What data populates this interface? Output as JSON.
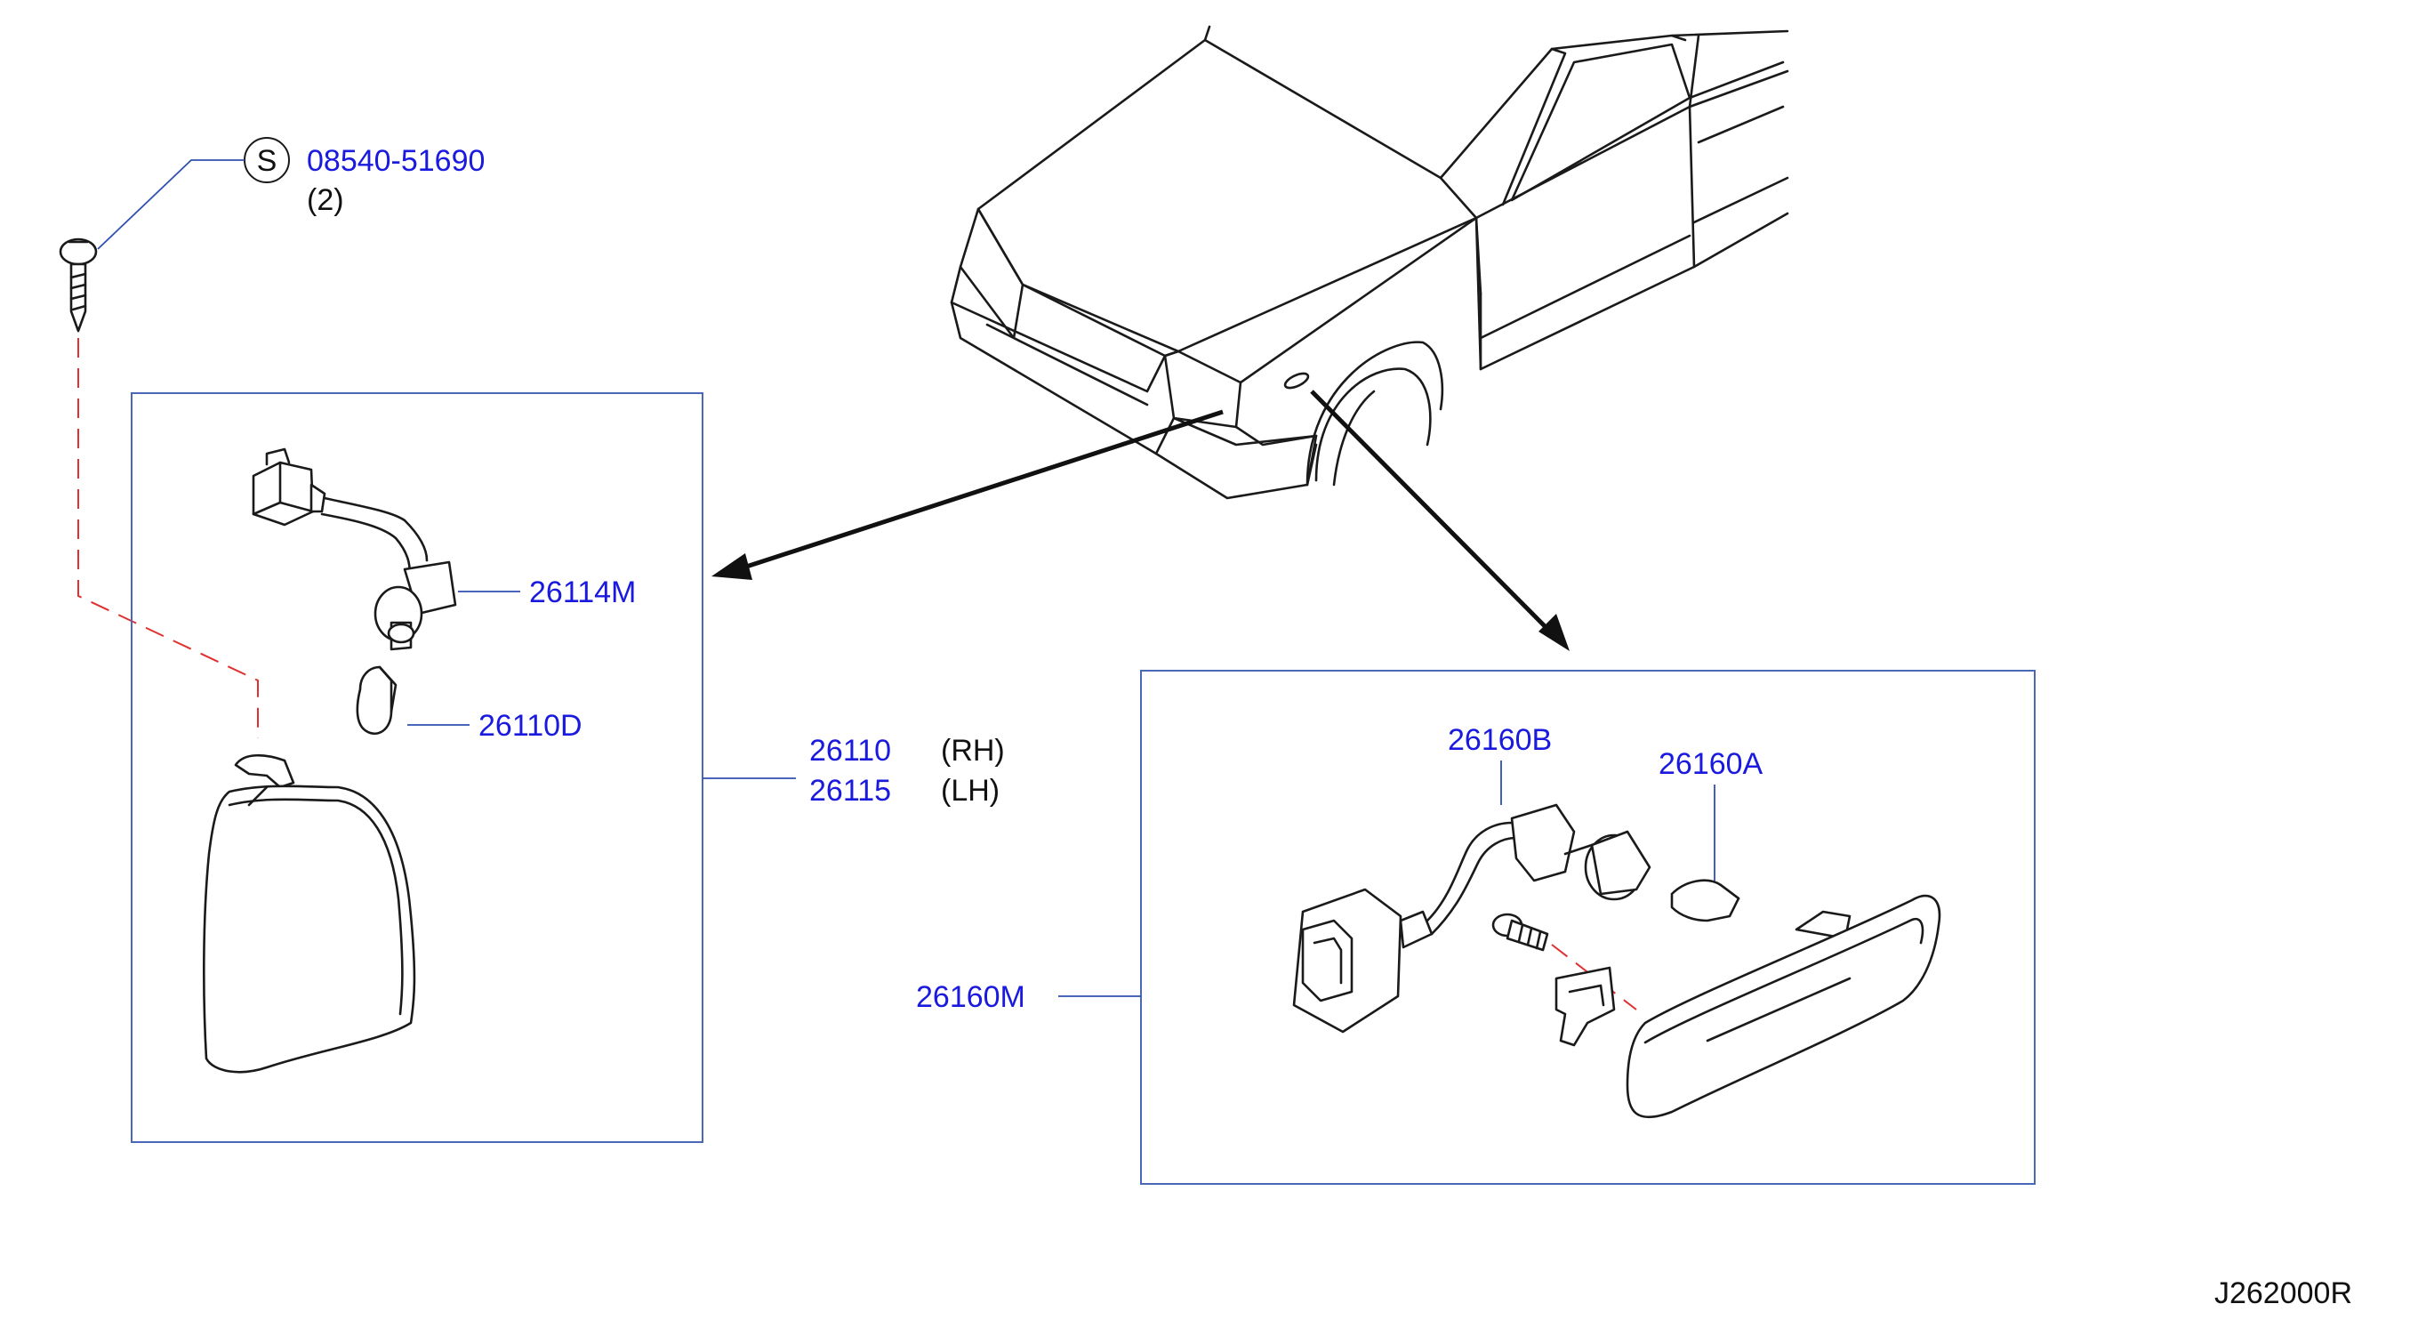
{
  "diagram_id": "J262000R",
  "screw": {
    "symbol": "S",
    "part_number": "08540-51690",
    "quantity": "(2)"
  },
  "corner_lamp_box": {
    "socket_harness": "26114M",
    "bulb": "26110D",
    "lamp_rh": "26110",
    "lamp_lh": "26115",
    "rh_tag": "(RH)",
    "lh_tag": "(LH)"
  },
  "side_marker_box": {
    "harness": "26160B",
    "bulb": "26160A",
    "assembly": "26160M"
  }
}
